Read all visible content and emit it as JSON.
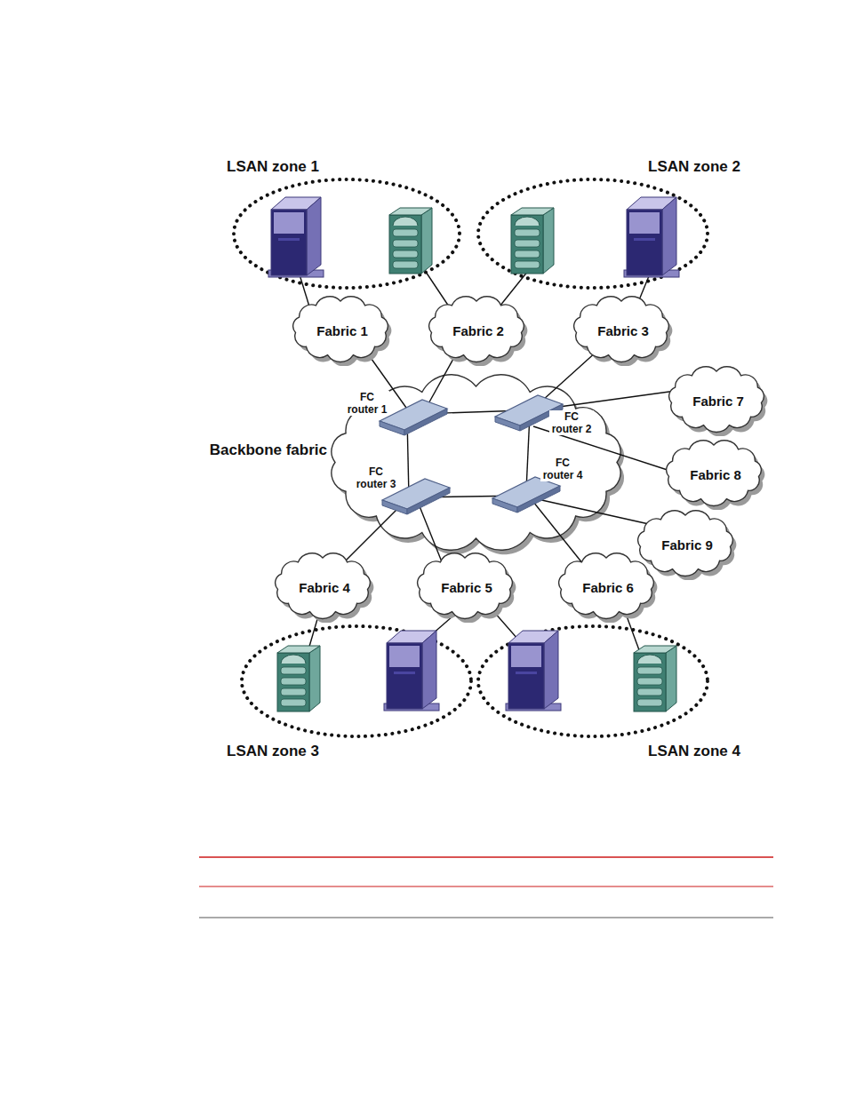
{
  "diagram": {
    "nodes": [
      {
        "text": [
          "LSAN zone 1"
        ]
      },
      {
        "text": [
          "LSAN zone 2"
        ]
      },
      {
        "text": [
          "Fabric 1"
        ]
      },
      {
        "text": [
          "Fabric 2"
        ]
      },
      {
        "text": [
          "Fabric 3"
        ]
      },
      {
        "text": [
          "Backbone fabric"
        ]
      },
      {
        "text": [
          "FC router 1"
        ],
        "in": 5
      },
      {
        "text": [
          "FC router 2"
        ],
        "in": 5
      },
      {
        "text": [
          "FC router 3"
        ],
        "in": 5
      },
      {
        "text": [
          "FC router 4"
        ],
        "in": 5
      },
      {
        "text": [
          "Fabric 7"
        ]
      },
      {
        "text": [
          "Fabric 8"
        ]
      },
      {
        "text": [
          "Fabric 9"
        ]
      },
      {
        "text": [
          "Fabric 4"
        ]
      },
      {
        "text": [
          "Fabric 5"
        ]
      },
      {
        "text": [
          "Fabric 6"
        ]
      },
      {
        "text": [
          "LSAN zone 3"
        ]
      },
      {
        "text": [
          "LSAN zone 4"
        ]
      }
    ],
    "edges": [
      {
        "from": 0,
        "to": 2,
        "arrow": "none"
      },
      {
        "from": 0,
        "to": 3,
        "arrow": "none"
      },
      {
        "from": 1,
        "to": 3,
        "arrow": "none"
      },
      {
        "from": 1,
        "to": 4,
        "arrow": "none"
      },
      {
        "from": 2,
        "to": 6,
        "arrow": "none"
      },
      {
        "from": 3,
        "to": 6,
        "arrow": "none"
      },
      {
        "from": 4,
        "to": 7,
        "arrow": "none"
      },
      {
        "from": 6,
        "to": 7,
        "arrow": "none"
      },
      {
        "from": 6,
        "to": 8,
        "arrow": "none"
      },
      {
        "from": 7,
        "to": 9,
        "arrow": "none"
      },
      {
        "from": 8,
        "to": 9,
        "arrow": "none"
      },
      {
        "from": 7,
        "to": 10,
        "arrow": "none"
      },
      {
        "from": 7,
        "to": 11,
        "arrow": "none"
      },
      {
        "from": 9,
        "to": 12,
        "arrow": "none"
      },
      {
        "from": 8,
        "to": 13,
        "arrow": "none"
      },
      {
        "from": 8,
        "to": 14,
        "arrow": "none"
      },
      {
        "from": 9,
        "to": 15,
        "arrow": "none"
      },
      {
        "from": 13,
        "to": 16,
        "arrow": "none"
      },
      {
        "from": 14,
        "to": 16,
        "arrow": "none"
      },
      {
        "from": 14,
        "to": 17,
        "arrow": "none"
      },
      {
        "from": 15,
        "to": 17,
        "arrow": "none"
      }
    ]
  }
}
